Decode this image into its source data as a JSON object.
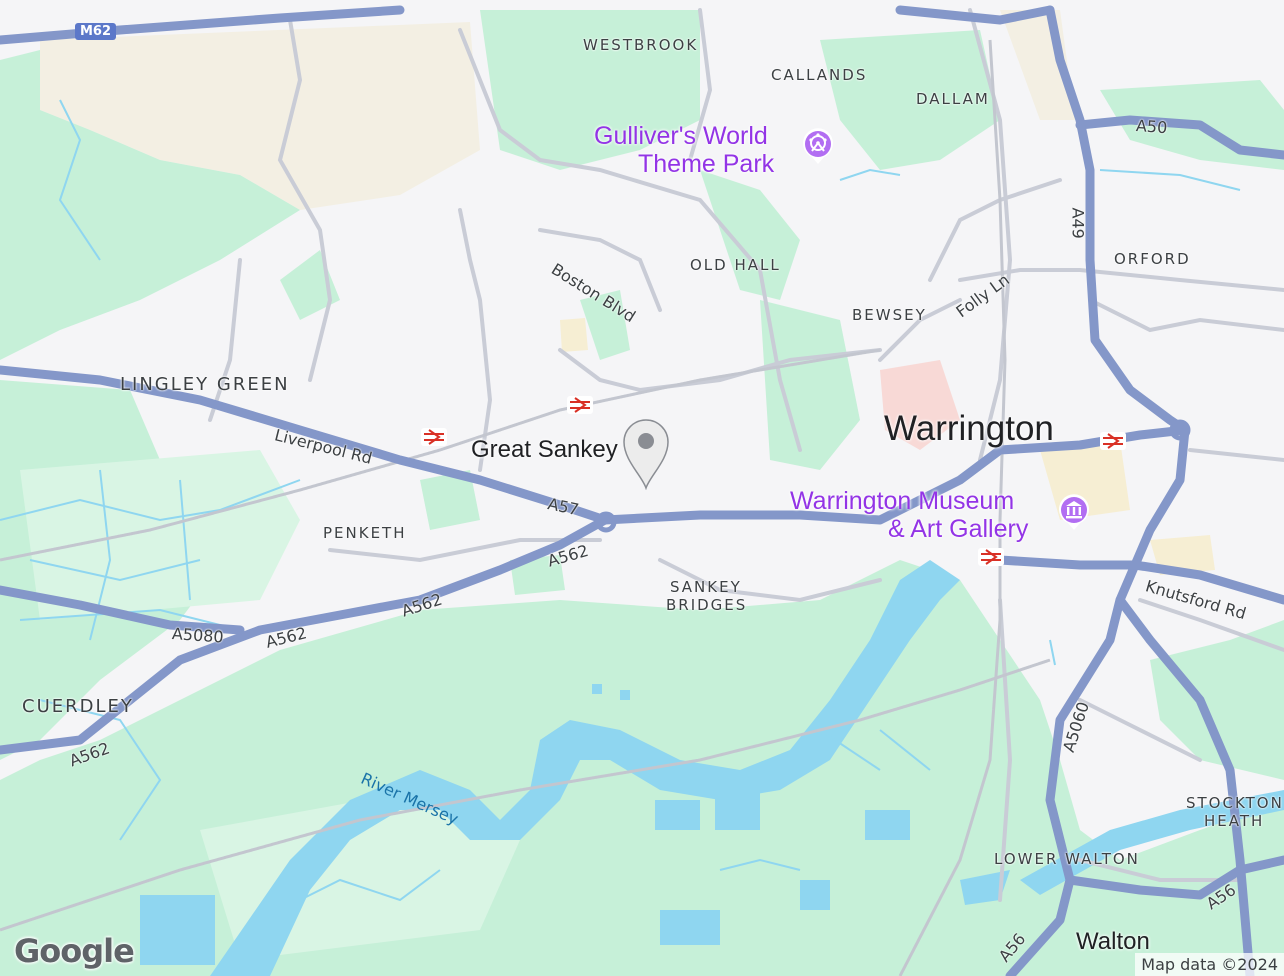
{
  "labels": {
    "areas": {
      "westbrook": "WESTBROOK",
      "callands": "CALLANDS",
      "dallam": "DALLAM",
      "old_hall": "OLD HALL",
      "orford": "ORFORD",
      "bewsey": "BEWSEY",
      "lingley_green": "LINGLEY GREEN",
      "penketh": "PENKETH",
      "sankey_bridges_1": "SANKEY",
      "sankey_bridges_2": "BRIDGES",
      "cuerdley": "CUERDLEY",
      "lower_walton": "LOWER WALTON",
      "stockton_heath_1": "STOCKTON",
      "stockton_heath_2": "HEATH"
    },
    "towns": {
      "warrington": "Warrington",
      "great_sankey": "Great Sankey",
      "walton": "Walton"
    },
    "roads": {
      "m62": "M62",
      "a50": "A50",
      "a49": "A49",
      "folly_ln": "Folly Ln",
      "boston_blvd": "Boston Blvd",
      "liverpool_rd": "Liverpool Rd",
      "a57": "A57",
      "a562_1": "A562",
      "a562_2": "A562",
      "a562_3": "A562",
      "a562_4": "A562",
      "a5080": "A5080",
      "knutsford_rd": "Knutsford Rd",
      "a5060": "A5060",
      "a56_1": "A56",
      "a56_2": "A56"
    },
    "pois": {
      "gullivers_1": "Gulliver's World",
      "gullivers_2": "Theme Park",
      "museum_1": "Warrington Museum",
      "museum_2": "& Art Gallery"
    },
    "water": {
      "river_mersey": "River Mersey"
    }
  },
  "branding": {
    "logo": "Google",
    "attribution": "Map data ©2024"
  },
  "colors": {
    "land": "#f5f5f7",
    "park": "#c6f0d8",
    "water": "#8fd6f0",
    "road_major": "#8497c9",
    "road_minor": "#ffffff",
    "poi": "#9334e6",
    "rail_icon": "#d93025"
  },
  "icons": {
    "poi_theme_park": "ferris-wheel-icon",
    "poi_museum": "museum-icon",
    "train_station": "rail-station-icon",
    "location_marker": "map-pin-icon"
  }
}
